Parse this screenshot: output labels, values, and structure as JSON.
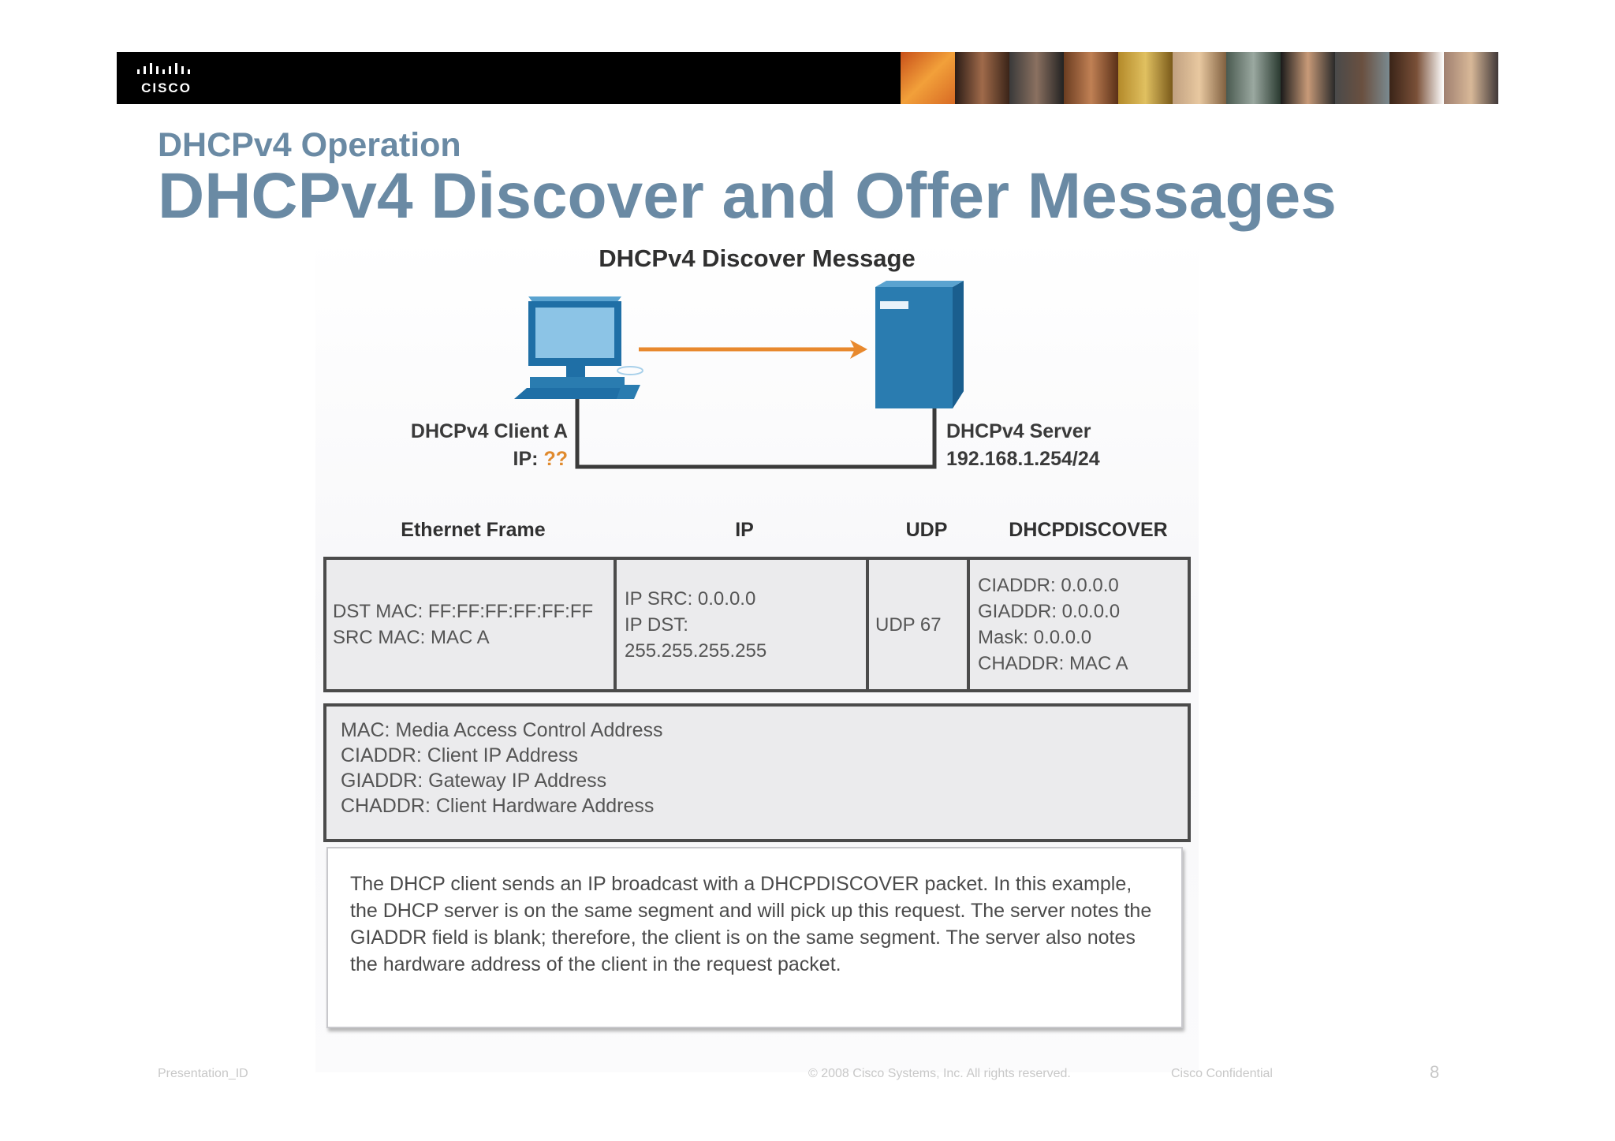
{
  "header": {
    "logo_text": "CISCO",
    "section_title": "DHCPv4 Operation",
    "page_title": "DHCPv4 Discover and Offer Messages"
  },
  "diagram": {
    "title": "DHCPv4 Discover Message",
    "client": {
      "name": "DHCPv4 Client A",
      "ip_label": "IP:",
      "ip_value": "??"
    },
    "server": {
      "name": "DHCPv4 Server",
      "address": "192.168.1.254/24"
    },
    "arrow_color": "#e8892e",
    "device_color": "#2a7cb0"
  },
  "frame": {
    "headers": [
      "Ethernet Frame",
      "IP",
      "UDP",
      "DHCPDISCOVER"
    ],
    "ethernet": [
      "DST MAC: FF:FF:FF:FF:FF:FF",
      "SRC MAC: MAC A"
    ],
    "ip": [
      "IP SRC: 0.0.0.0",
      "IP DST:",
      "255.255.255.255"
    ],
    "udp": [
      "UDP 67"
    ],
    "dhcp": [
      "CIADDR: 0.0.0.0",
      "GIADDR: 0.0.0.0",
      "Mask: 0.0.0.0",
      "CHADDR: MAC A"
    ]
  },
  "legend": [
    "MAC: Media Access Control Address",
    "CIADDR: Client IP Address",
    "GIADDR: Gateway IP Address",
    "CHADDR: Client Hardware Address"
  ],
  "description": "The DHCP client sends an IP broadcast with a DHCPDISCOVER packet. In this example, the DHCP server is on the same segment and will pick up this request. The server notes the GIADDR field is blank; therefore, the client is on the same segment. The server also notes the hardware address of the client in the request packet.",
  "footer": {
    "presentation_id": "Presentation_ID",
    "copyright": "© 2008 Cisco Systems, Inc. All rights reserved.",
    "confidential": "Cisco Confidential",
    "page_number": "8"
  }
}
